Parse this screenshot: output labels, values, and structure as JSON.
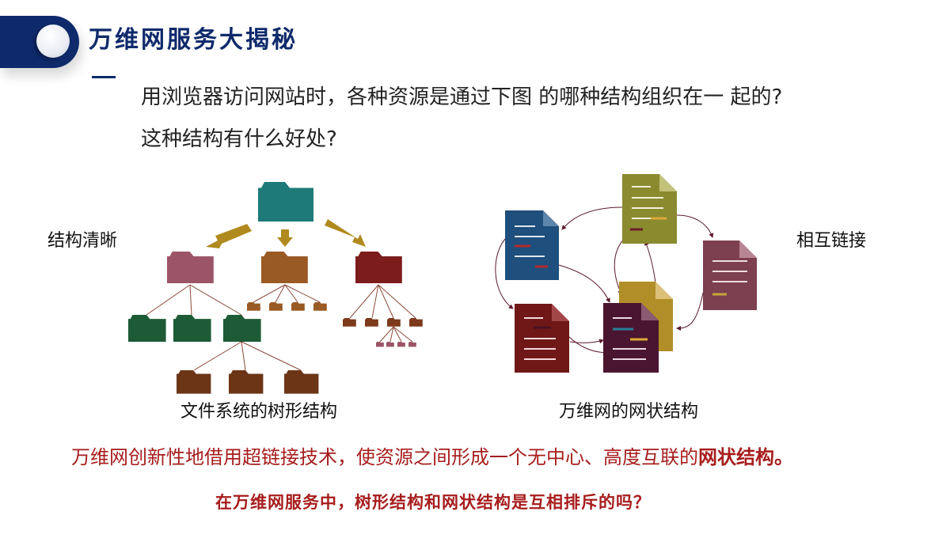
{
  "slide": {
    "title": "万维网服务大揭秘",
    "question_line1": "用浏览器访问网站时，各种资源是通过下图 的哪种结构组织在一 起的?",
    "question_line2": "这种结构有什么好处?",
    "label_tree_benefit": "结构清晰",
    "label_web_benefit": "相互链接",
    "caption_tree": "文件系统的树形结构",
    "caption_web": "万维网的网状结构",
    "statement_prefix": "万维网创新性地借用超链接技术，使资源之间形成一个无中心、高度互联的",
    "statement_emphasis": "网状结构",
    "statement_suffix": "。",
    "closing_question": "在万维网服务中，树形结构和网状结构是互相排斥的吗？"
  },
  "colors": {
    "brand_navy": "#0f2a6b",
    "accent_red": "#a71d1d",
    "folder_teal": "#1e7a78",
    "folder_mauve": "#9b5566",
    "folder_brown": "#9a5a24",
    "folder_maroon": "#7d1c1c",
    "folder_green": "#1c5b36",
    "arrow_gold": "#b08a1e",
    "doc_blue": "#1f4f7c",
    "doc_olive": "#8a8a2f",
    "doc_mauve": "#7c4050",
    "doc_gold": "#b28e28",
    "doc_red": "#701818",
    "doc_plum": "#4a1530"
  }
}
